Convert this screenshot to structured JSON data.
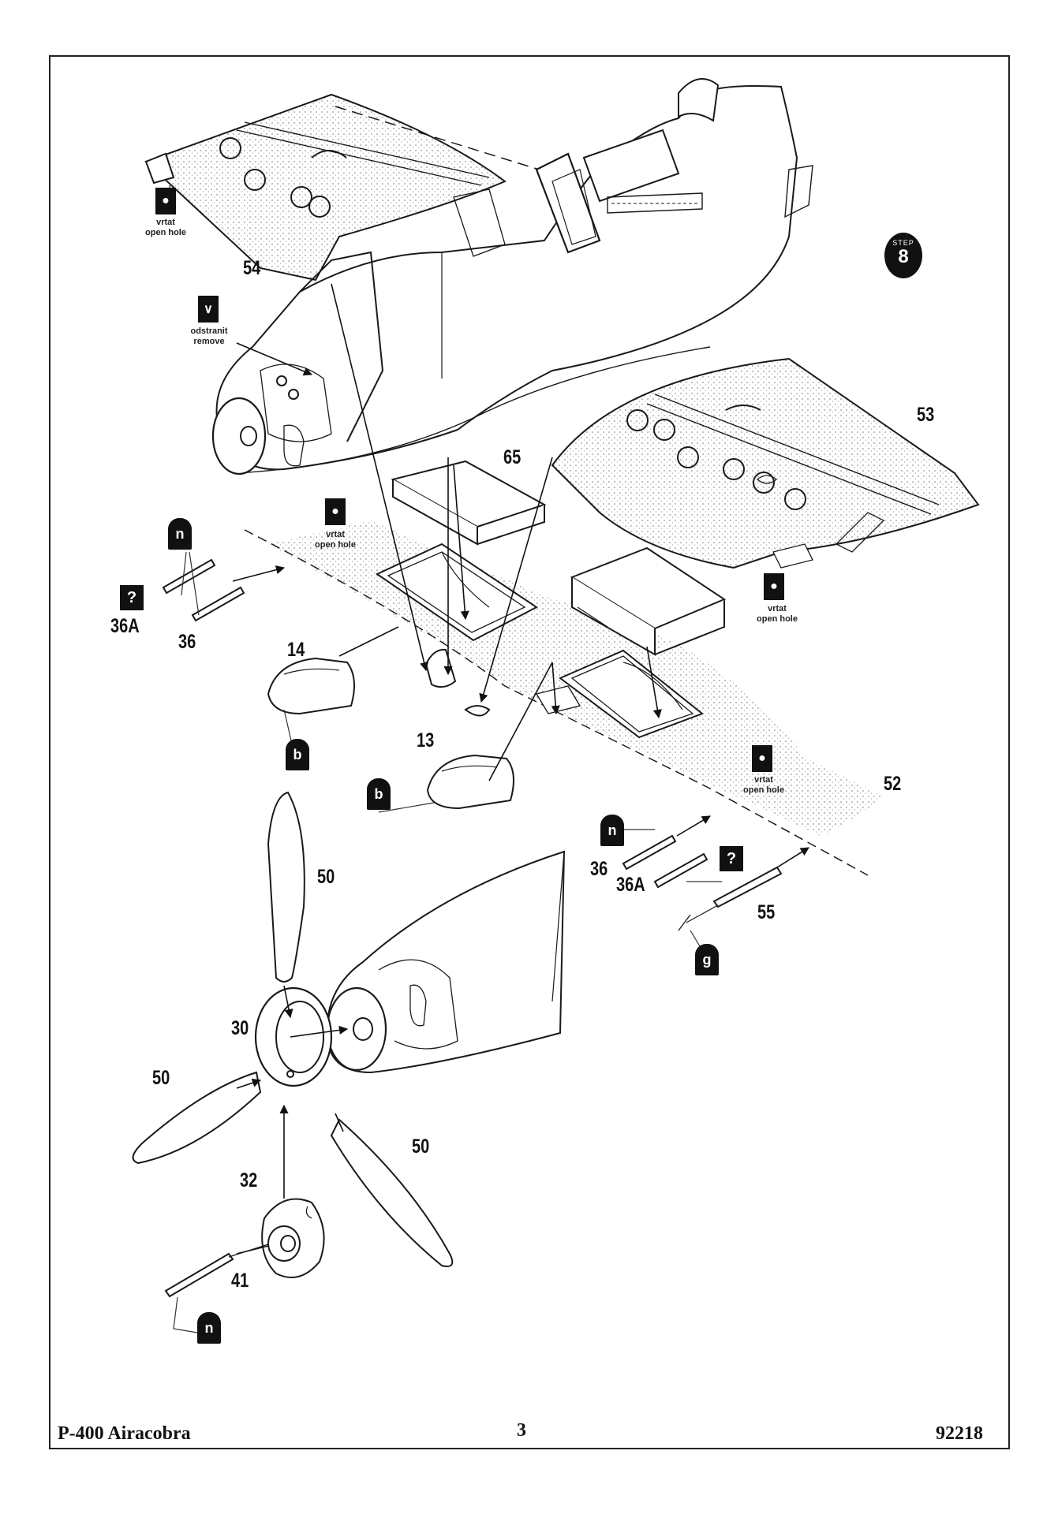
{
  "step": {
    "label": "STEP",
    "number": "8"
  },
  "parts": {
    "p54": "54",
    "p53": "53",
    "p65": "65",
    "p36a_left": "36A",
    "p36_left": "36",
    "p14": "14",
    "p13": "13",
    "p52": "52",
    "p36_right": "36",
    "p36a_right": "36A",
    "p55": "55",
    "p50_top": "50",
    "p30": "30",
    "p50_left": "50",
    "p50_right": "50",
    "p32": "32",
    "p41": "41"
  },
  "notes": {
    "open_hole_1": {
      "cz": "vrtat",
      "en": "open hole"
    },
    "remove": {
      "cz": "odstranit",
      "en": "remove"
    },
    "open_hole_2": {
      "cz": "vrtat",
      "en": "open hole"
    },
    "open_hole_3": {
      "cz": "vrtat",
      "en": "open hole"
    },
    "open_hole_4": {
      "cz": "vrtat",
      "en": "open hole"
    }
  },
  "badges": {
    "n_top": "n",
    "q_left": "?",
    "b_14": "b",
    "b_13": "b",
    "n_right": "n",
    "q_right": "?",
    "g_55": "g",
    "n_41": "n"
  },
  "footer": {
    "model": "P-400 Airacobra",
    "page": "3",
    "code": "92218"
  }
}
